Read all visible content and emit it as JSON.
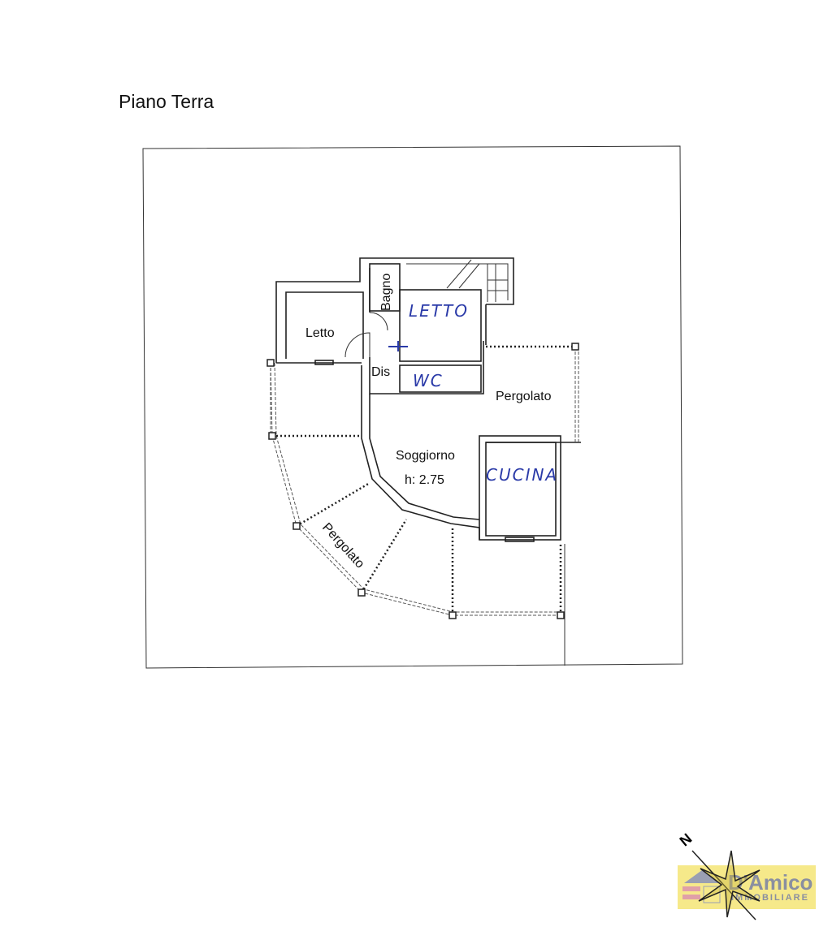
{
  "title": "Piano Terra",
  "rooms": {
    "letto_left": "Letto",
    "bagno": "Bagno",
    "dis": "Dis",
    "pergolato_right": "Pergolato",
    "soggiorno": "Soggiorno",
    "soggiorno_height": "h: 2.75",
    "pergolato_left": "Pergolato"
  },
  "handwritten": {
    "letto": "LETTO",
    "wc": "WC",
    "cucina": "CUCINA",
    "color": "#2a3aa8"
  },
  "compass": {
    "north_label": "N"
  },
  "logo": {
    "name": "D'Amico",
    "subtitle": "IMMOBILIARE",
    "background": "#f6e98a"
  }
}
